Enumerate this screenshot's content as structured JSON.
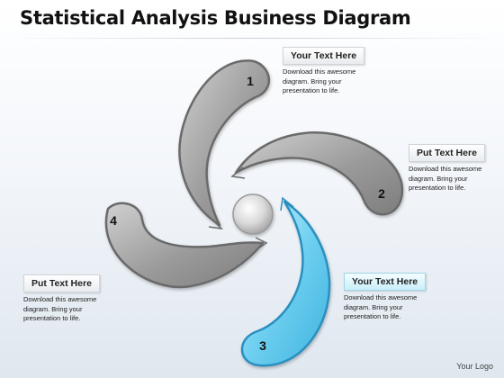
{
  "title": "Statistical Analysis Business Diagram",
  "colors": {
    "petal_gray": "#8e8e8e",
    "petal_gray_light": "#c6c6c6",
    "petal_edge": "#6a6a6a",
    "petal_blue": "#5cc8ee",
    "petal_blue_light": "#bfeefc",
    "petal_blue_edge": "#2a8fbf"
  },
  "petals": [
    {
      "number": "1",
      "highlight": false
    },
    {
      "number": "2",
      "highlight": false
    },
    {
      "number": "3",
      "highlight": true
    },
    {
      "number": "4",
      "highlight": false
    }
  ],
  "callouts": [
    {
      "heading": "Your Text Here",
      "body": "Download this awesome diagram. Bring your presentation to life.",
      "highlight": false
    },
    {
      "heading": "Put Text Here",
      "body": "Download this awesome diagram. Bring your presentation to life.",
      "highlight": false
    },
    {
      "heading": "Your Text Here",
      "body": "Download this awesome diagram. Bring your presentation to life.",
      "highlight": true
    },
    {
      "heading": "Put Text Here",
      "body": "Download this awesome diagram. Bring your presentation to life.",
      "highlight": false
    }
  ],
  "logo": "Your Logo"
}
